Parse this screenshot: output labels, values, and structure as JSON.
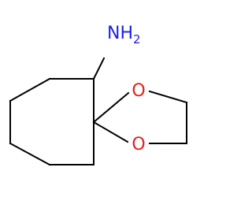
{
  "molecule": {
    "atom_labels": {
      "amine": {
        "element": "N",
        "hydrogens": "H",
        "subscript": "2"
      },
      "oxygen_upper": "O",
      "oxygen_lower": "O"
    },
    "colors": {
      "bond": "#000000",
      "nitrogen": "#1e1ee6",
      "oxygen": "#e61e1e"
    }
  }
}
